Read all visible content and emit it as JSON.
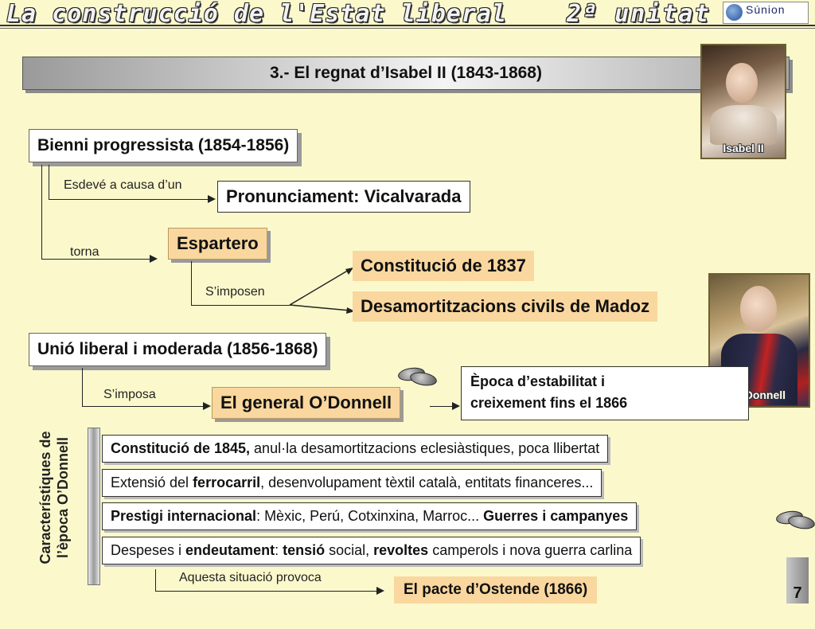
{
  "header": {
    "title": "La construcció de l'Estat liberal",
    "unit": "2ª unitat",
    "logo": {
      "name": "Súnion"
    }
  },
  "banner": {
    "title": "3.- El regnat d’Isabel II (1843-1868)"
  },
  "portraits": {
    "isabel_caption": "Isabel II",
    "odonnell_caption": "O’Donnell"
  },
  "bienni": {
    "title": "Bienni progressista (1854-1856)",
    "cause_label": "Esdevé a causa d’un",
    "cause": "Pronunciament: Vicalvarada",
    "returns_label": "torna",
    "returns": "Espartero",
    "impose_label": "S’imposen",
    "result_1": "Constitució de 1837",
    "result_2": "Desamortitzacions civils de Madoz"
  },
  "unio": {
    "title": "Unió liberal i moderada (1856-1868)",
    "impose_label": "S’imposa",
    "leader": "El general O’Donnell",
    "era_line1": "Època d’estabilitat i",
    "era_line2": "creixement fins el 1866"
  },
  "characteristics": {
    "heading_line1": "Característiques de",
    "heading_line2": "l’època O’Donnell",
    "items": [
      {
        "parts": [
          {
            "t": "Constitució de 1845,",
            "b": true
          },
          {
            "t": " anul·la desamortitzacions eclesiàstiques, poca llibertat",
            "b": false
          }
        ]
      },
      {
        "parts": [
          {
            "t": "Extensió del ",
            "b": false
          },
          {
            "t": "ferrocarril",
            "b": true
          },
          {
            "t": ", desenvolupament tèxtil català, entitats financeres...",
            "b": false
          }
        ]
      },
      {
        "parts": [
          {
            "t": "Prestigi internacional",
            "b": true
          },
          {
            "t": ": Mèxic, Perú, Cotxinxina, Marroc... ",
            "b": false
          },
          {
            "t": "Guerres i campanyes",
            "b": true
          }
        ]
      },
      {
        "parts": [
          {
            "t": "Despeses i ",
            "b": false
          },
          {
            "t": "endeutament",
            "b": true
          },
          {
            "t": ": ",
            "b": false
          },
          {
            "t": "tensió",
            "b": true
          },
          {
            "t": " social, ",
            "b": false
          },
          {
            "t": "revoltes",
            "b": true
          },
          {
            "t": " camperols i nova guerra carlina",
            "b": false
          }
        ]
      }
    ],
    "provokes_label": "Aquesta situació provoca",
    "outcome": "El pacte d’Ostende (1866)"
  },
  "page": {
    "number": "7"
  }
}
